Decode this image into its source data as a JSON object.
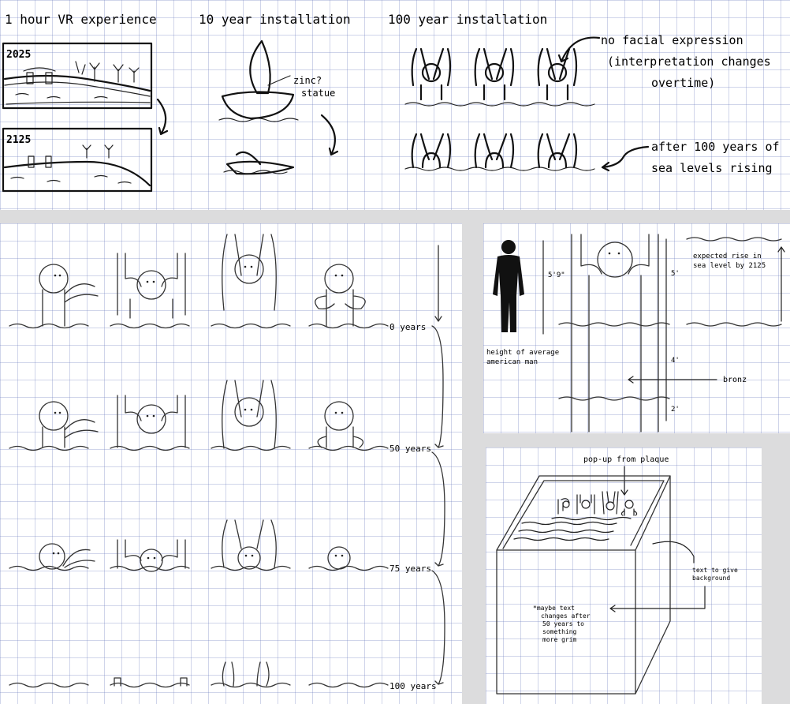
{
  "top": {
    "vr_heading": "1 hour VR experience",
    "year_a": "2025",
    "year_b": "2125",
    "ten_heading": "10 year installation",
    "zinc_label": "zinc?",
    "statue_label": "statue",
    "hundred_heading": "100 year installation",
    "note1_line1": "no facial expression",
    "note1_line2": "(interpretation changes",
    "note1_line3": "overtime)",
    "note2_line1": "after 100 years of",
    "note2_line2": "sea levels rising"
  },
  "timeline": {
    "labels": [
      "0 years",
      "50 years",
      "75 years",
      "100 years"
    ]
  },
  "scale": {
    "h1": "5'9\"",
    "h2": "5'",
    "h3": "4'",
    "h4": "2'",
    "man_caption_1": "height of average",
    "man_caption_2": "american man",
    "rise_1": "expected rise in",
    "rise_2": "sea level by 2125",
    "material": "bronz"
  },
  "plaque": {
    "popup": "pop-up from plaque",
    "text_bg_1": "text to give",
    "text_bg_2": "background",
    "note_1": "*maybe text",
    "note_2": "changes after",
    "note_3": "50 years to",
    "note_4": "something",
    "note_5": "more grim"
  }
}
